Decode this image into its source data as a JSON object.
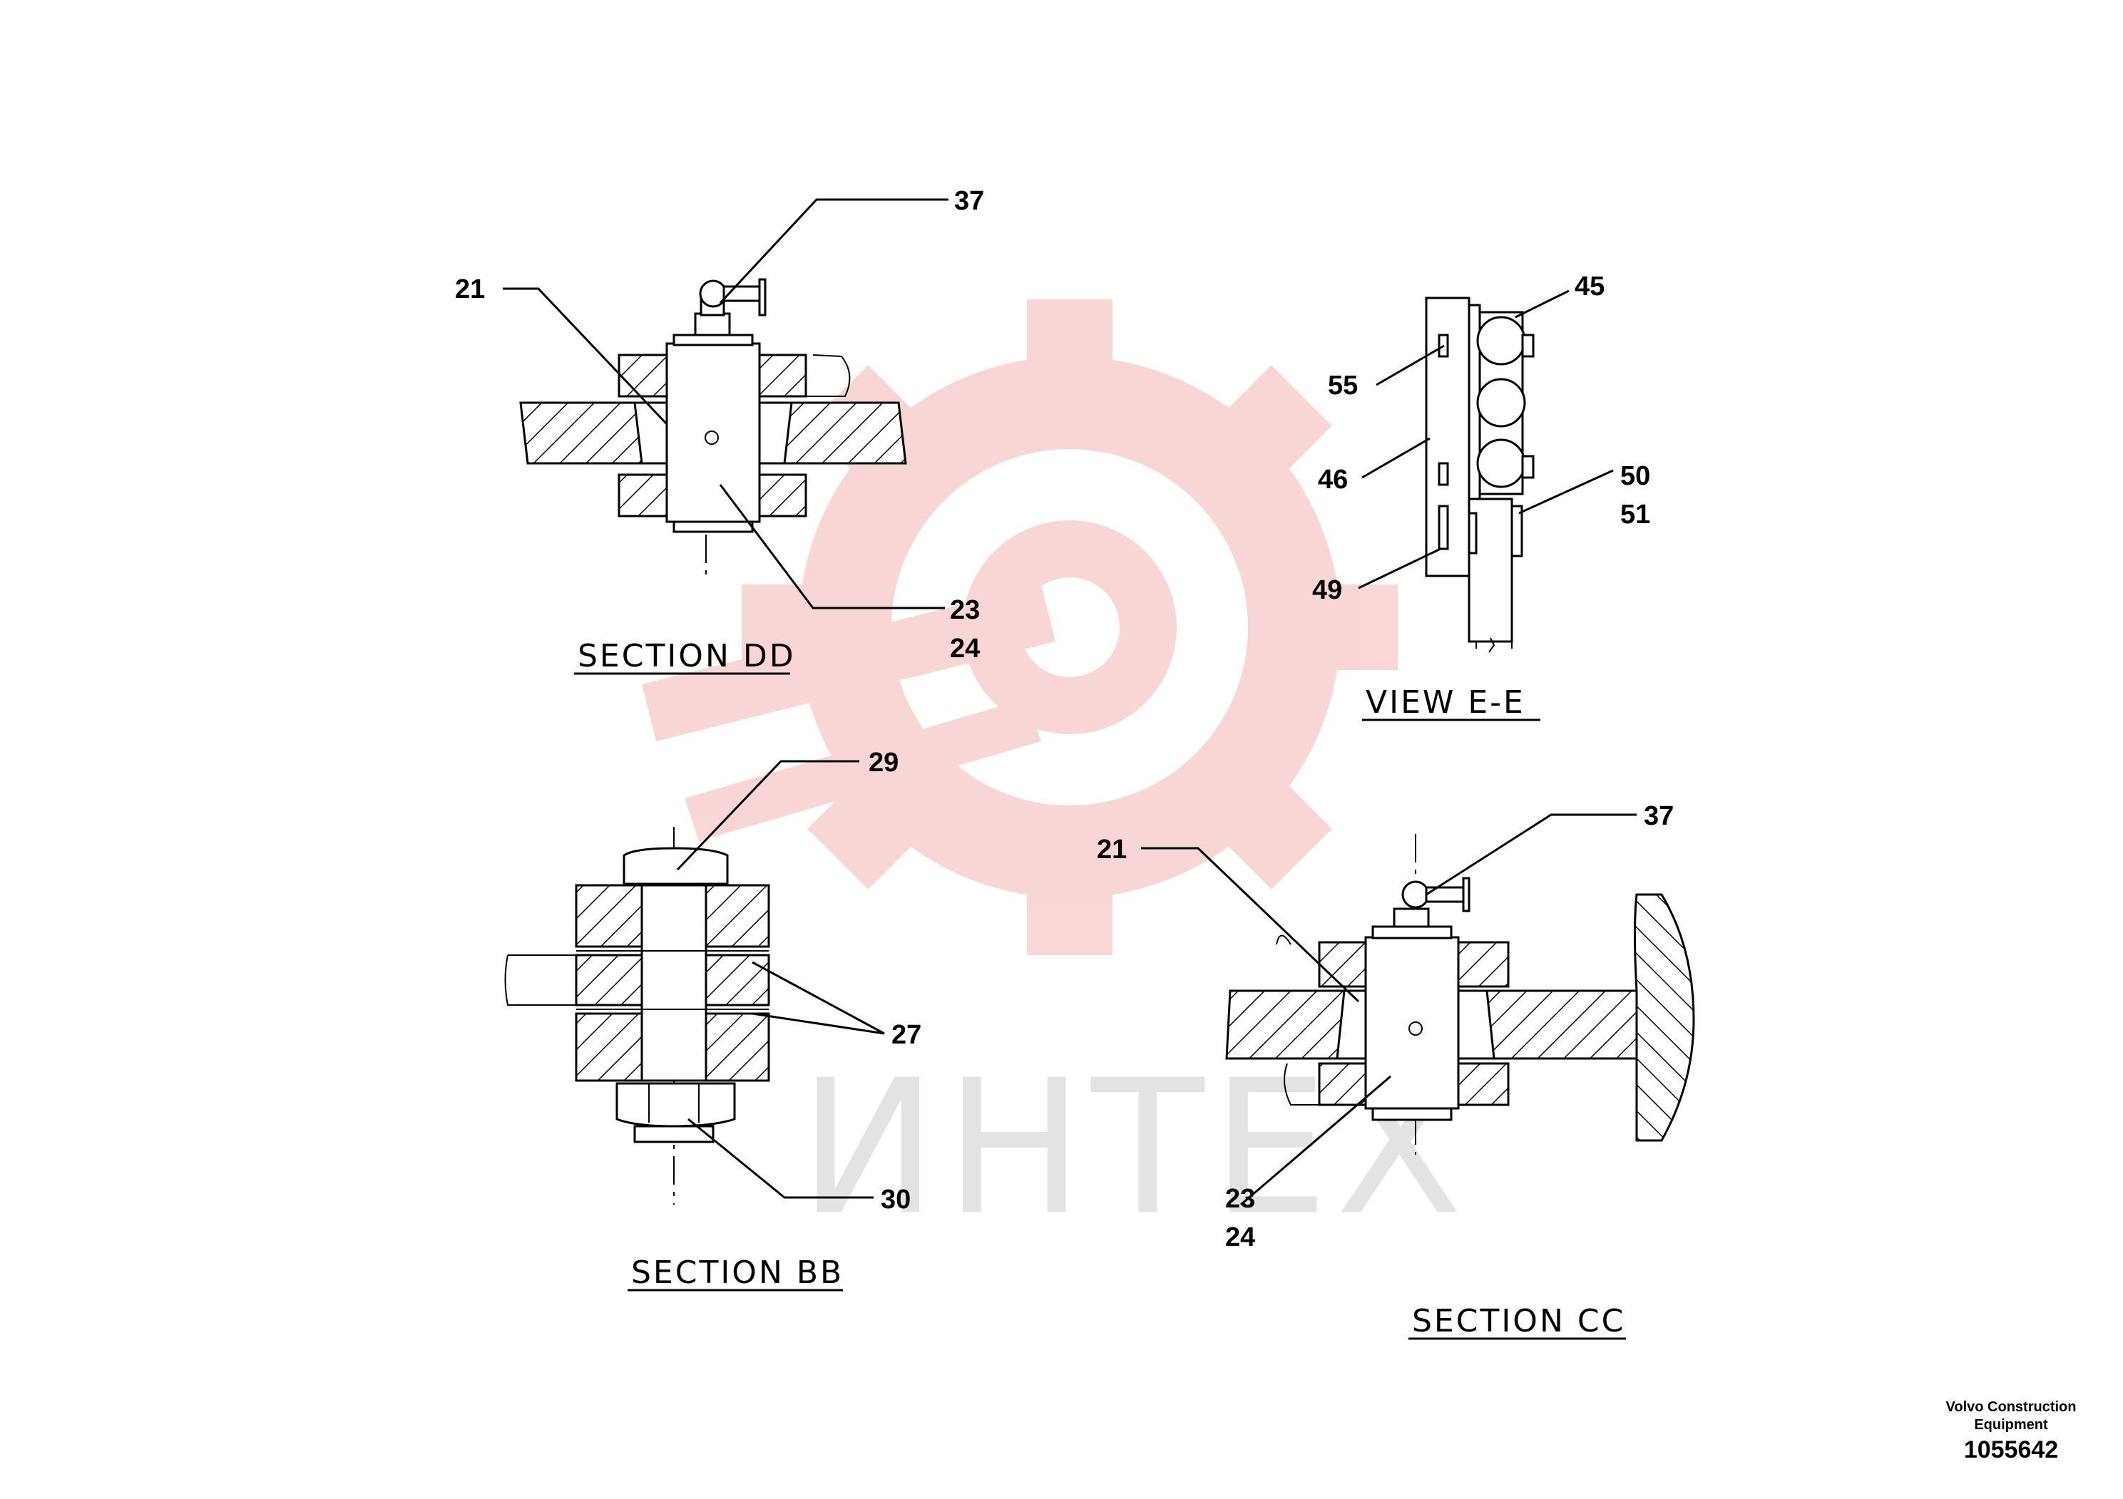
{
  "watermark": {
    "text": "ИНТЕХ",
    "icon": "gear-wrench-logo",
    "gear_color": "#f7c9c9",
    "text_color": "#e3e3e3"
  },
  "views": {
    "section_dd": {
      "title": "SECTION  DD",
      "callouts": [
        "37",
        "21",
        "23",
        "24"
      ]
    },
    "view_ee": {
      "title": "VIEW  E-E",
      "callouts": [
        "45",
        "55",
        "46",
        "50",
        "51",
        "49"
      ]
    },
    "section_bb": {
      "title": "SECTION  BB",
      "callouts": [
        "29",
        "27",
        "30"
      ]
    },
    "section_cc": {
      "title": "SECTION  CC",
      "callouts": [
        "37",
        "21",
        "23",
        "24"
      ]
    }
  },
  "title_block": {
    "company": "Volvo Construction Equipment",
    "company_line1": "Volvo Construction",
    "company_line2": "Equipment",
    "drawing_number": "1055642"
  }
}
